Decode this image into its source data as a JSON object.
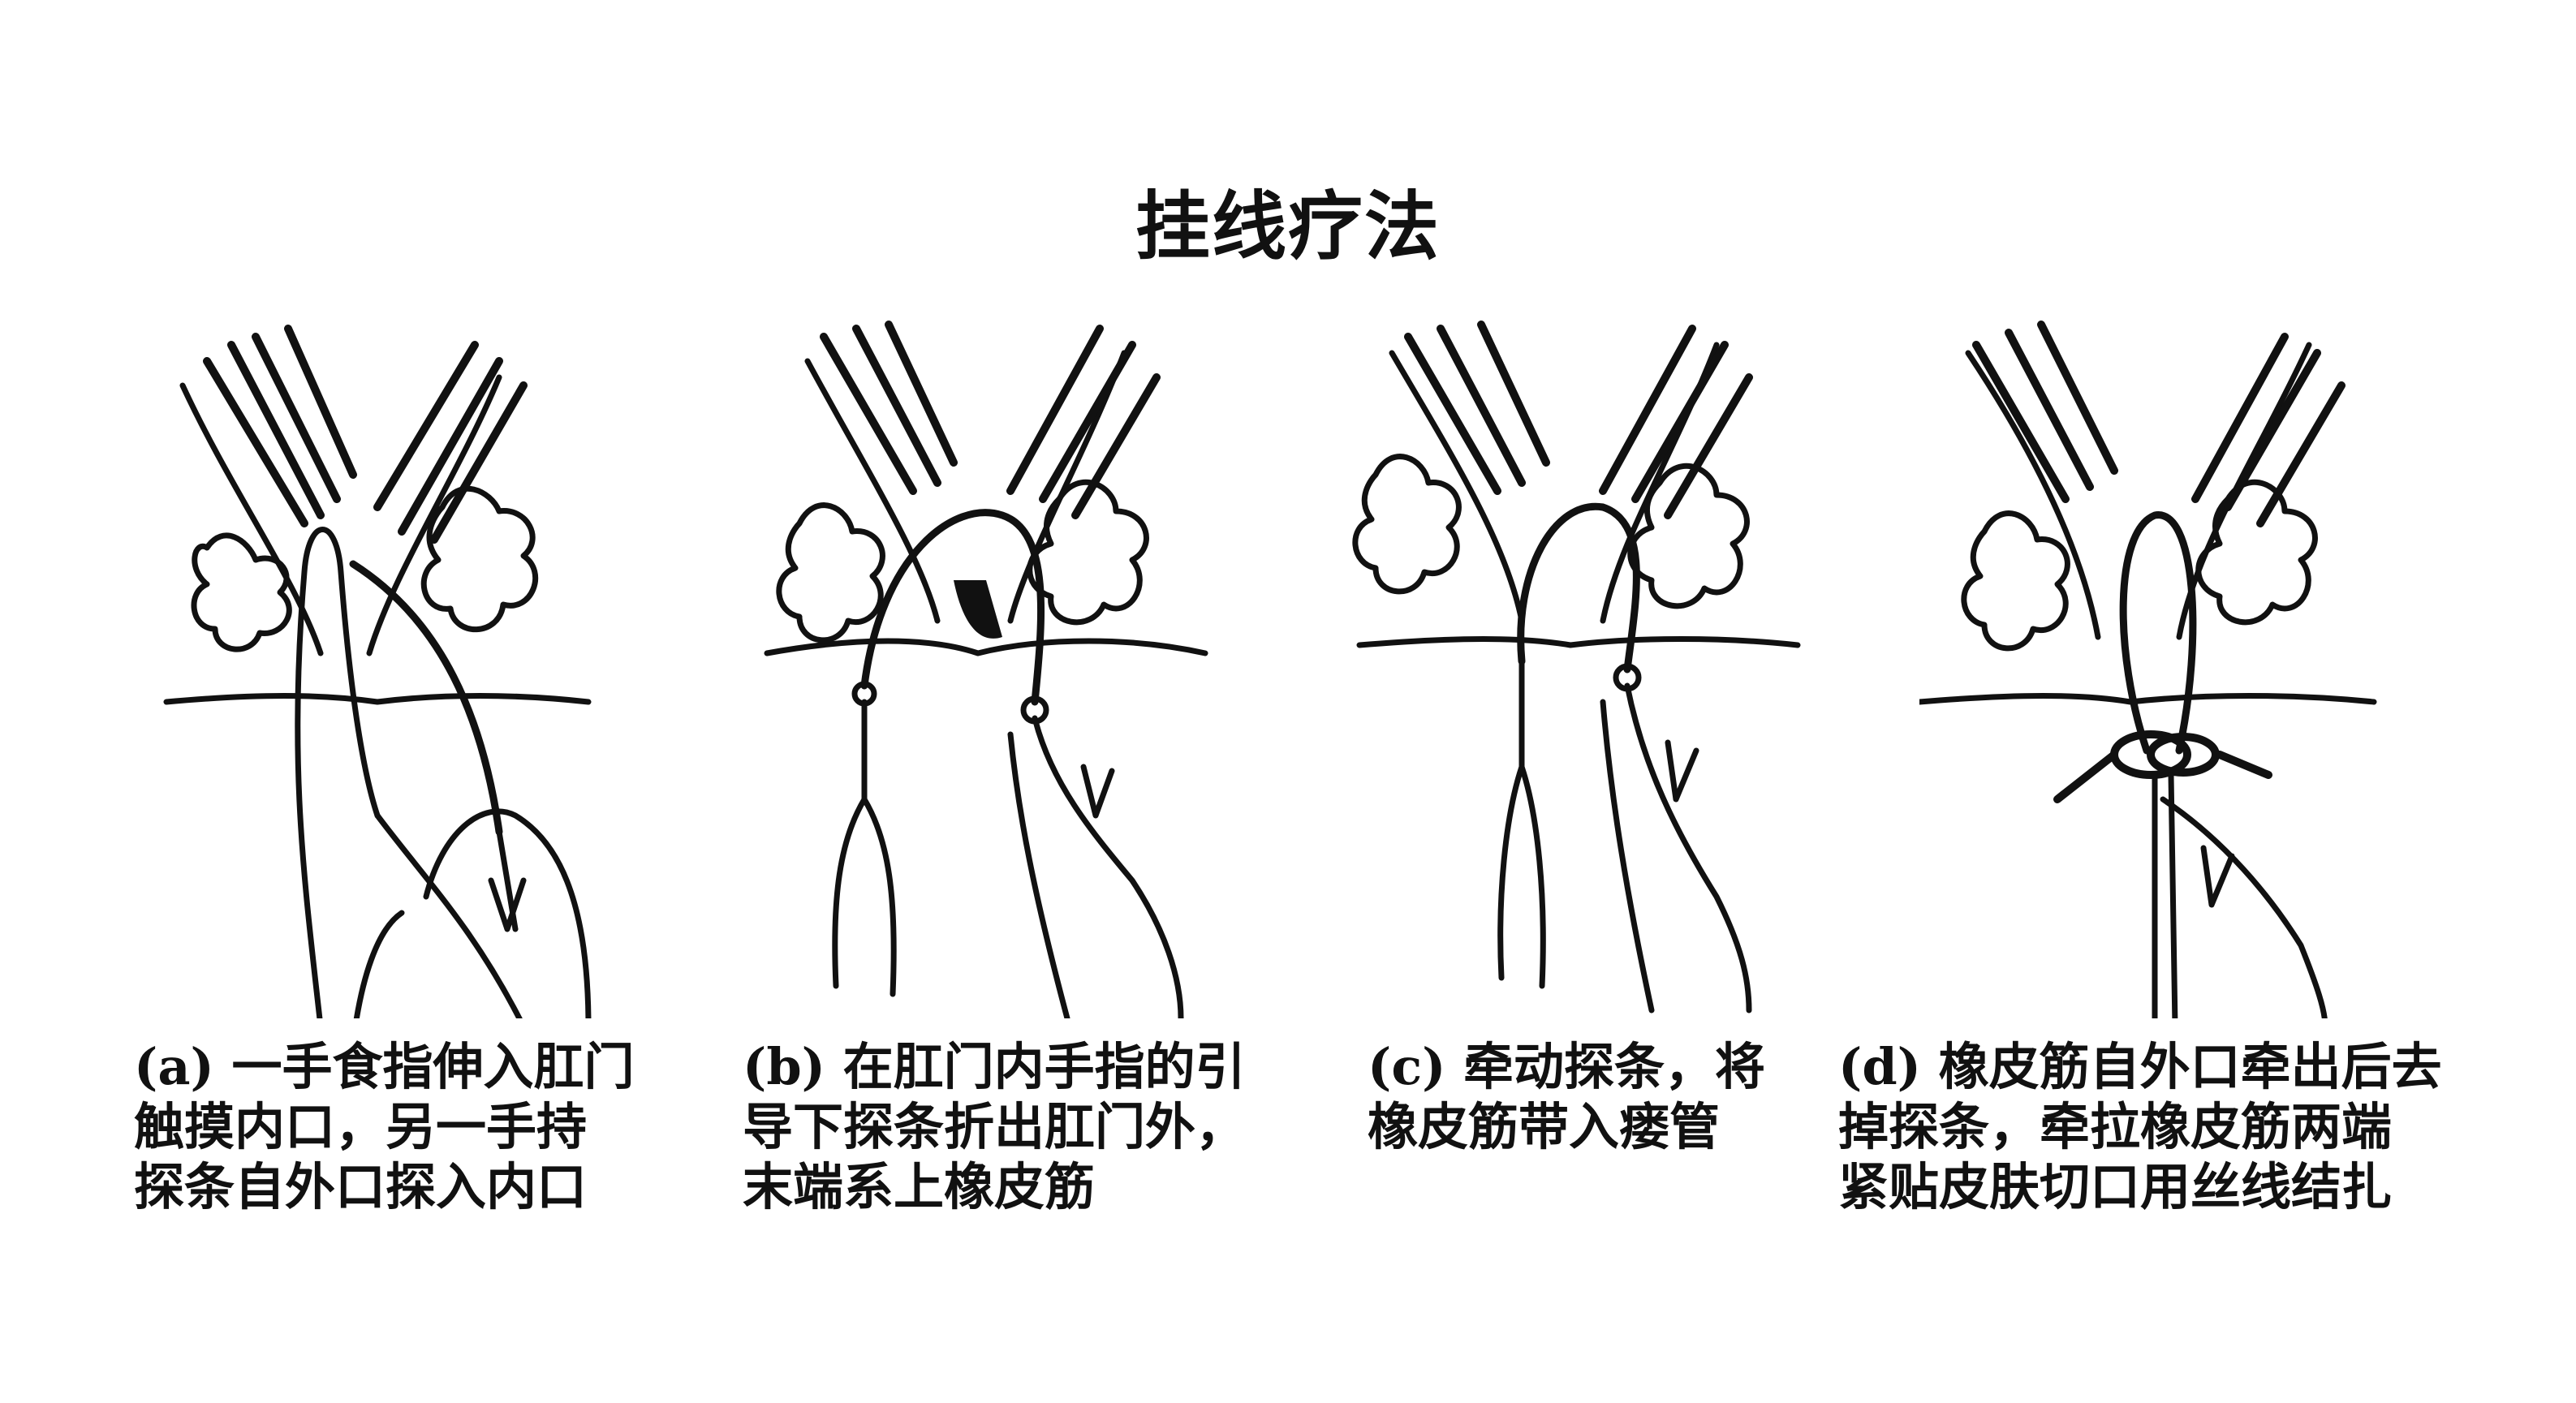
{
  "title": "挂线疗法",
  "panels": [
    {
      "label": "(a)",
      "lines": [
        "一手食指伸入肛门",
        "触摸内口，另一手持",
        "探条自外口探入内口"
      ]
    },
    {
      "label": "(b)",
      "lines": [
        "在肛门内手指的引",
        "导下探条折出肛门外，",
        "末端系上橡皮筋"
      ]
    },
    {
      "label": "(c)",
      "lines": [
        "牵动探条，将",
        "橡皮筋带入瘘管"
      ]
    },
    {
      "label": "(d)",
      "lines": [
        "橡皮筋自外口牵出后去",
        "掉探条，牵拉橡皮筋两端",
        "紧贴皮肤切口用丝线结扎"
      ]
    }
  ]
}
